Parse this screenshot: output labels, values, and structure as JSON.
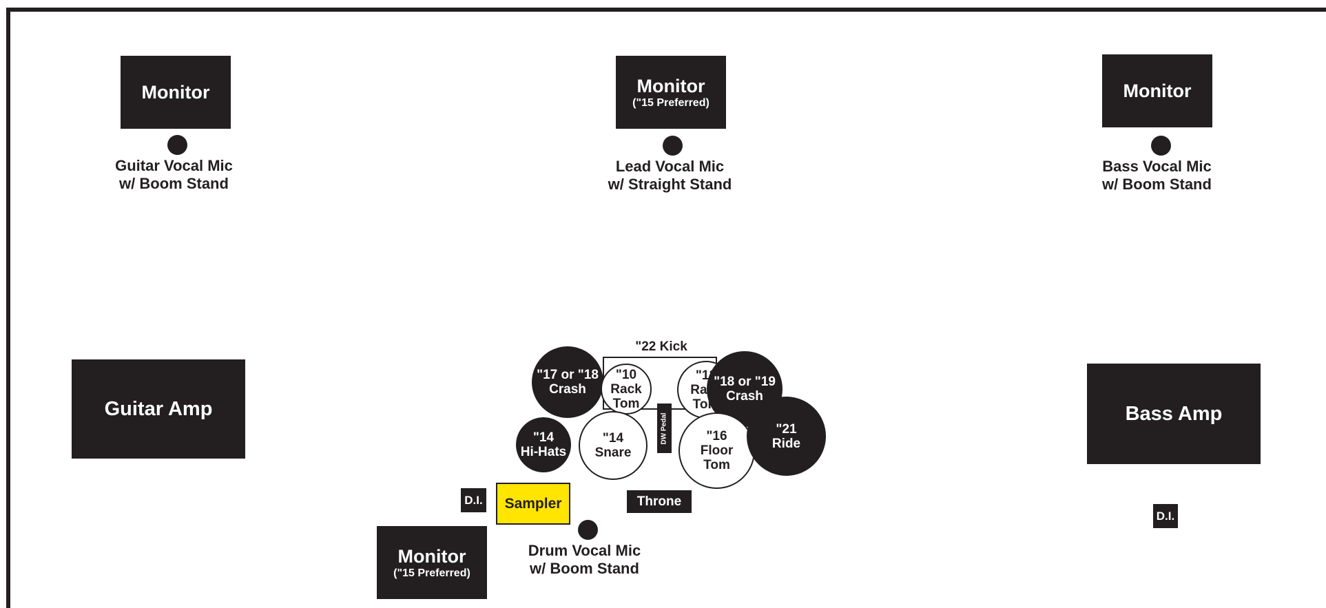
{
  "monitors": {
    "left": {
      "title": "Monitor",
      "sub": ""
    },
    "center": {
      "title": "Monitor",
      "sub": "(\"15 Preferred)"
    },
    "right": {
      "title": "Monitor",
      "sub": ""
    },
    "drum": {
      "title": "Monitor",
      "sub": "(\"15 Preferred)"
    }
  },
  "mics": {
    "guitar": {
      "line1": "Guitar Vocal Mic",
      "line2": "w/ Boom Stand"
    },
    "lead": {
      "line1": "Lead Vocal Mic",
      "line2": "w/ Straight Stand"
    },
    "bass": {
      "line1": "Bass Vocal Mic",
      "line2": "w/ Boom Stand"
    },
    "drum": {
      "line1": "Drum Vocal Mic",
      "line2": "w/ Boom Stand"
    }
  },
  "amps": {
    "guitar": "Guitar Amp",
    "bass": "Bass Amp"
  },
  "drums": {
    "kick": "\"22 Kick",
    "crash_left": "\"17 or \"18\nCrash",
    "rack_tom_10": "\"10\nRack\nTom",
    "rack_tom_12": "\"12\nRack\nTom",
    "crash_right": "\"18 or \"19\nCrash",
    "hi_hats": "\"14\nHi-Hats",
    "snare": "\"14\nSnare",
    "pedal": "DW Pedal",
    "floor_tom": "\"16\nFloor\nTom",
    "ride": "\"21\nRide"
  },
  "di_left": "D.I.",
  "di_right": "D.I.",
  "sampler": "Sampler",
  "throne": "Throne"
}
